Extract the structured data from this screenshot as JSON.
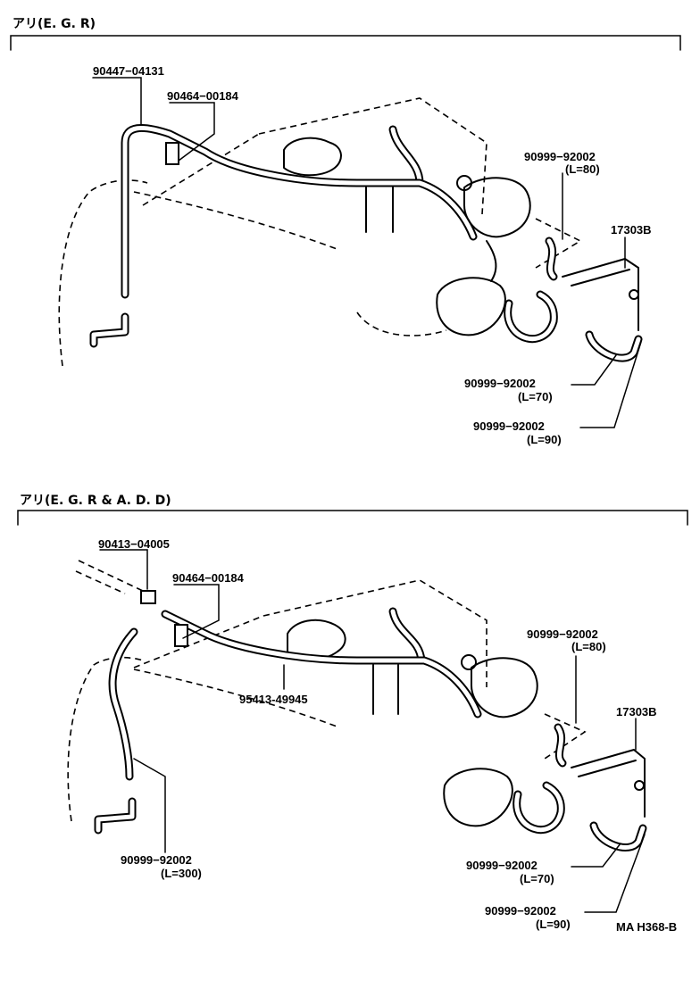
{
  "sections": [
    {
      "title": "アリ(E. G. R)",
      "labels": {
        "l1": "90447−04131",
        "l2": "90464−00184",
        "l3a": "90999−92002",
        "l3b": "(L=80)",
        "l4": "17303B",
        "l5a": "90999−92002",
        "l5b": "(L=70)",
        "l6a": "90999−92002",
        "l6b": "(L=90)"
      }
    },
    {
      "title": "アリ(E. G. R & A. D. D)",
      "labels": {
        "l1": "90413−04005",
        "l2": "90464−00184",
        "l3a": "90999−92002",
        "l3b": "(L=80)",
        "l4": "17303B",
        "l5": "95413-49945",
        "l6a": "90999−92002",
        "l6b": "(L=300)",
        "l7a": "90999−92002",
        "l7b": "(L=70)",
        "l8a": "90999−92002",
        "l8b": "(L=90)"
      }
    }
  ],
  "footer_code": "MA H368-B"
}
